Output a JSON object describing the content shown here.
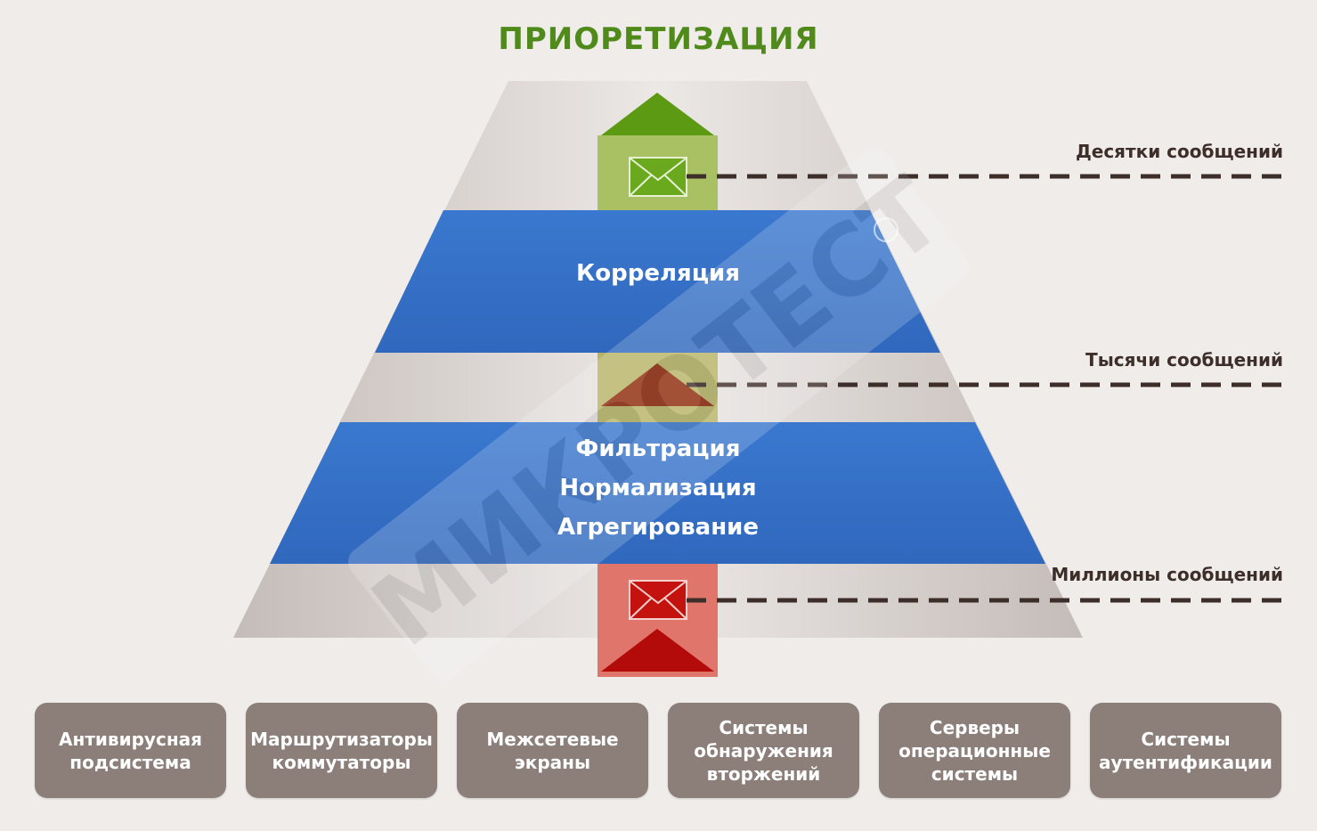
{
  "title": "ПРИОРЕТИЗАЦИЯ",
  "watermark": "МИКРОТЕСТ",
  "bands": {
    "correlation": "Корреляция",
    "lower": [
      "Фильтрация",
      "Нормализация",
      "Агрегирование"
    ]
  },
  "message_levels": [
    "Десятки сообщений",
    "Тысячи сообщений",
    "Миллионы сообщений"
  ],
  "sources": [
    [
      "Антивирусная",
      "подсистема"
    ],
    [
      "Маршрутизаторы",
      "коммутаторы"
    ],
    [
      "Межсетевые",
      "экраны"
    ],
    [
      "Системы",
      "обнаружения",
      "вторжений"
    ],
    [
      "Серверы",
      "операционные",
      "системы"
    ],
    [
      "Системы",
      "аутентификации"
    ]
  ],
  "colors": {
    "title": "#4f8a1b",
    "band": "#3570c8",
    "pyramid": "#cdc6c2",
    "green": "#5b9a12",
    "green_light": "#a9c162",
    "red": "#b30a0a",
    "red_light": "#e0756c",
    "dash": "#3e2e2a",
    "source_box": "#8c7e79"
  },
  "icons": [
    "envelope-icon",
    "arrow-up-icon"
  ]
}
